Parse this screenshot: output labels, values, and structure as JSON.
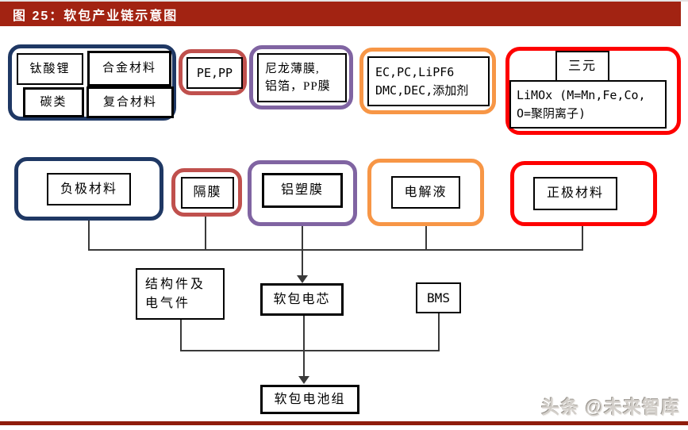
{
  "figure": {
    "title": "图 25：软包产业链示意图"
  },
  "watermark": "头条 @未来智库",
  "colors": {
    "header_red": "#A22312",
    "navy": "#1F3864",
    "brick_red": "#C0504D",
    "purple": "#8064A2",
    "orange": "#F79646",
    "bright_red": "#FE0000",
    "bottom_bar_red": "#8F1D0C"
  },
  "chain": {
    "anode_inputs": {
      "item1": "钛酸锂",
      "item2": "合金材料",
      "item3": "碳类",
      "item4": "复合材料"
    },
    "separator_inputs": {
      "item1": "PE,PP"
    },
    "pouch_film_inputs": {
      "line1": "尼龙薄膜,",
      "line2": "铝箔，PP膜"
    },
    "electrolyte_inputs": {
      "line1": "EC,PC,LiPF6",
      "line2": "DMC,DEC,添加剂"
    },
    "cathode_inputs": {
      "ternary": "三元",
      "limox_line1": "LiMOx (M=Mn,Fe,Co,",
      "limox_line2": "O=聚阴离子)"
    },
    "components": {
      "anode": "负极材料",
      "separator": "隔膜",
      "pouch_film": "铝塑膜",
      "electrolyte": "电解液",
      "cathode": "正极材料"
    },
    "assembly": {
      "structure_line1": "结构件及",
      "structure_line2": "电气件",
      "cell": "软包电芯",
      "bms": "BMS",
      "pack": "软包电池组"
    }
  }
}
